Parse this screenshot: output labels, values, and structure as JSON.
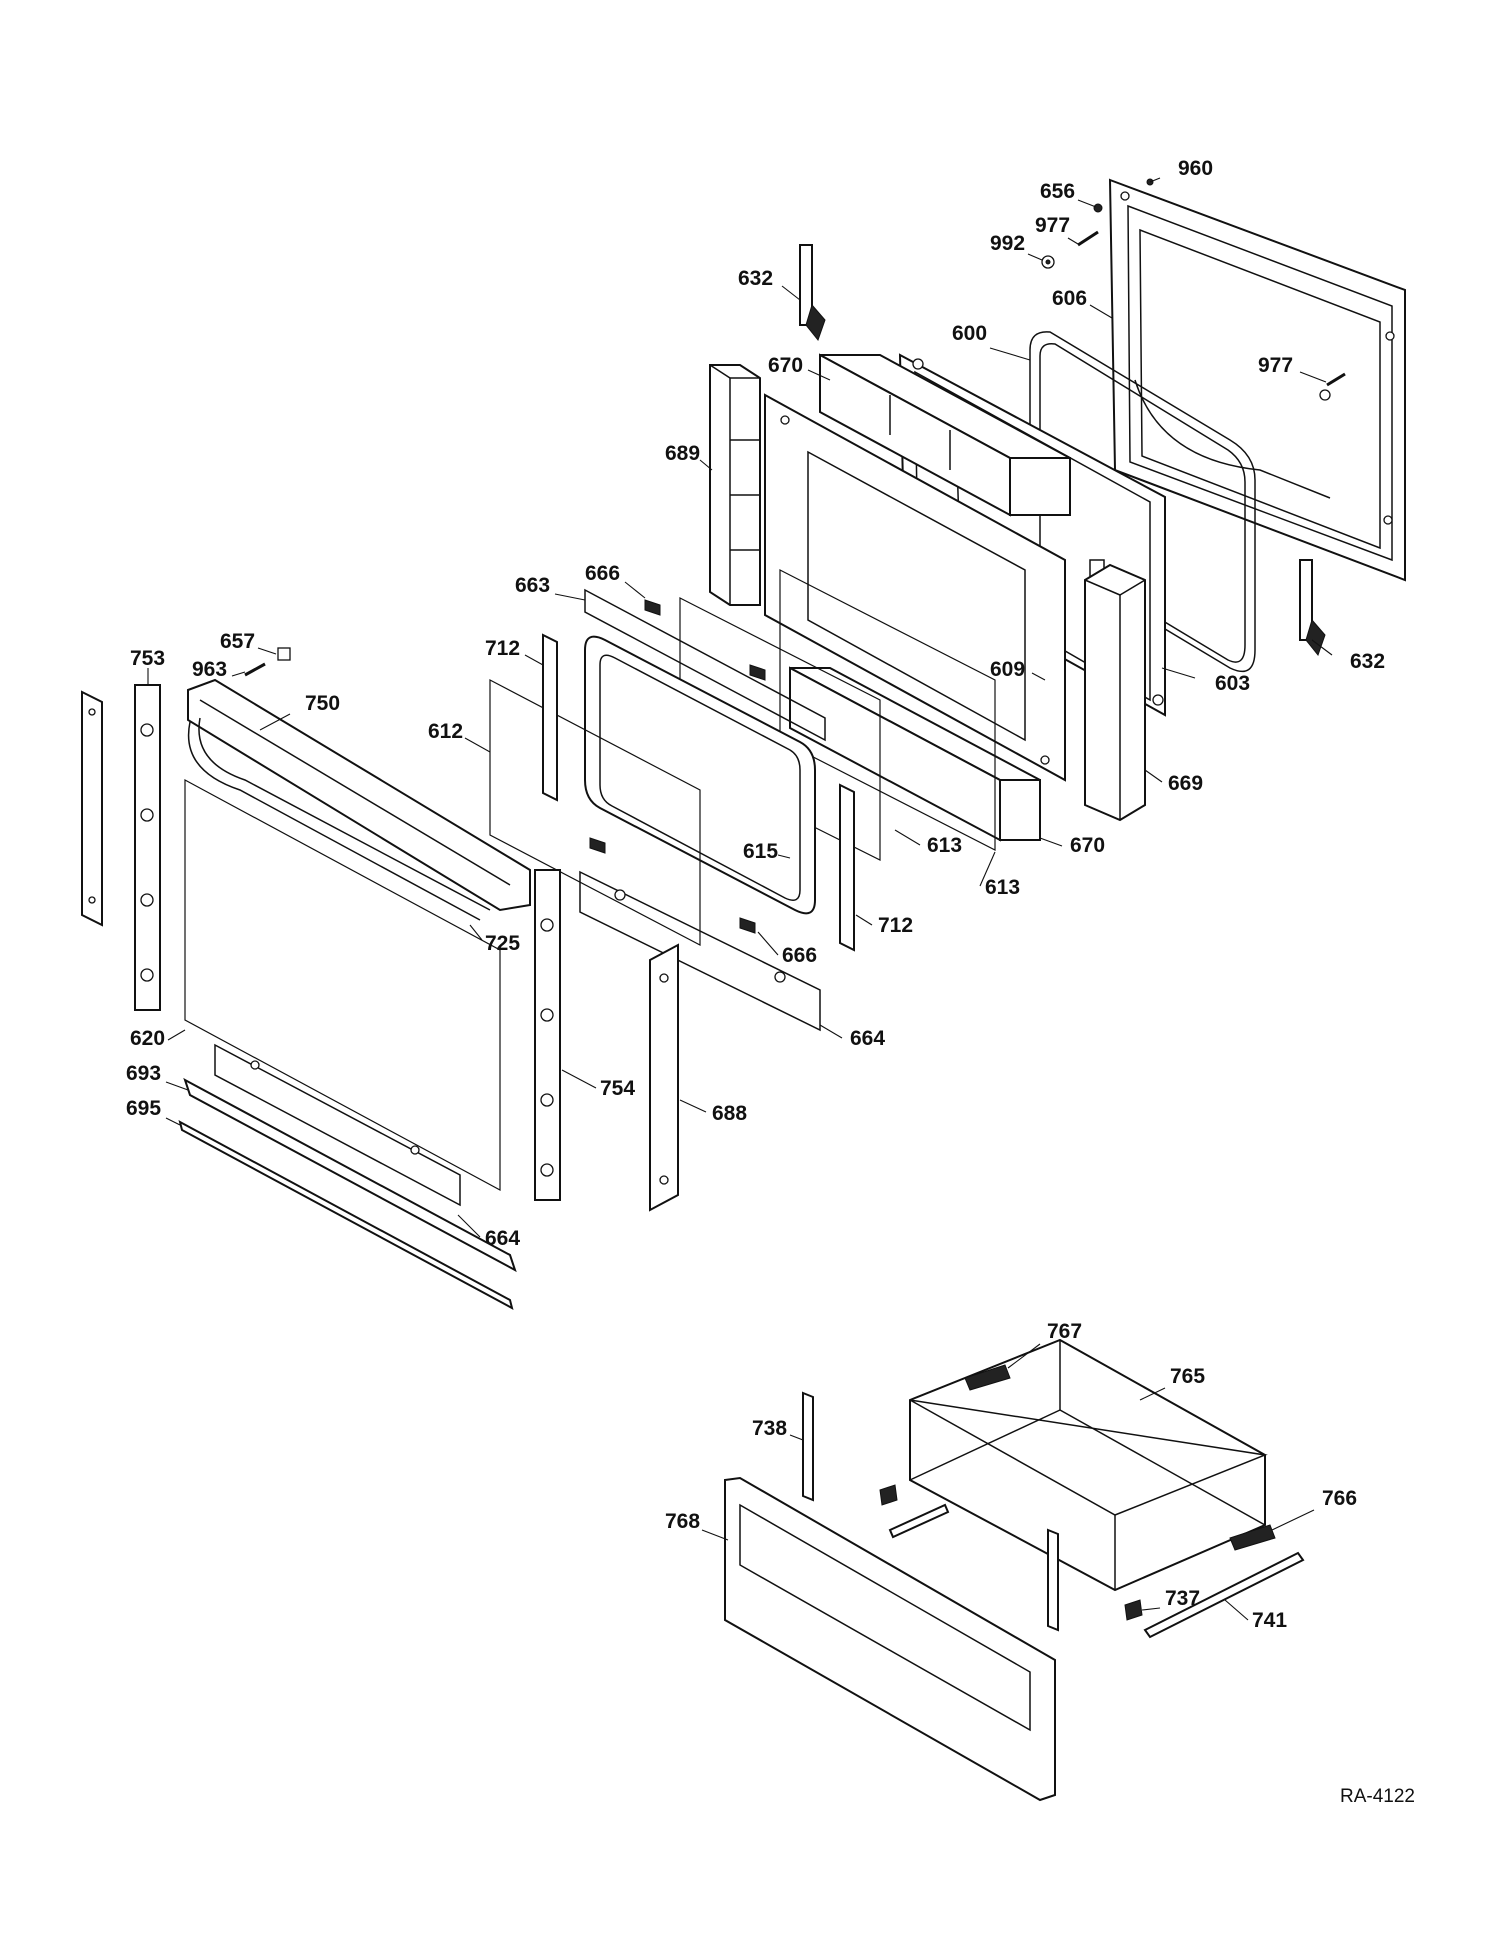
{
  "drawing": {
    "id": "RA-4122",
    "colors": {
      "line": "#111111",
      "background": "#ffffff"
    }
  },
  "callouts": [
    {
      "key": "c960",
      "label": "960"
    },
    {
      "key": "c656",
      "label": "656"
    },
    {
      "key": "c977a",
      "label": "977"
    },
    {
      "key": "c992",
      "label": "992"
    },
    {
      "key": "c632a",
      "label": "632"
    },
    {
      "key": "c606",
      "label": "606"
    },
    {
      "key": "c600",
      "label": "600"
    },
    {
      "key": "c977b",
      "label": "977"
    },
    {
      "key": "c670a",
      "label": "670"
    },
    {
      "key": "c689",
      "label": "689"
    },
    {
      "key": "c663",
      "label": "663"
    },
    {
      "key": "c666a",
      "label": "666"
    },
    {
      "key": "c609",
      "label": "609"
    },
    {
      "key": "c603",
      "label": "603"
    },
    {
      "key": "c632b",
      "label": "632"
    },
    {
      "key": "c753",
      "label": "753"
    },
    {
      "key": "c657",
      "label": "657"
    },
    {
      "key": "c963",
      "label": "963"
    },
    {
      "key": "c712a",
      "label": "712"
    },
    {
      "key": "c750",
      "label": "750"
    },
    {
      "key": "c612",
      "label": "612"
    },
    {
      "key": "c669",
      "label": "669"
    },
    {
      "key": "c615",
      "label": "615"
    },
    {
      "key": "c613a",
      "label": "613"
    },
    {
      "key": "c670b",
      "label": "670"
    },
    {
      "key": "c613b",
      "label": "613"
    },
    {
      "key": "c712b",
      "label": "712"
    },
    {
      "key": "c725",
      "label": "725"
    },
    {
      "key": "c666b",
      "label": "666"
    },
    {
      "key": "c620",
      "label": "620"
    },
    {
      "key": "c664a",
      "label": "664"
    },
    {
      "key": "c693",
      "label": "693"
    },
    {
      "key": "c754",
      "label": "754"
    },
    {
      "key": "c695",
      "label": "695"
    },
    {
      "key": "c688",
      "label": "688"
    },
    {
      "key": "c664b",
      "label": "664"
    },
    {
      "key": "c767",
      "label": "767"
    },
    {
      "key": "c765",
      "label": "765"
    },
    {
      "key": "c738",
      "label": "738"
    },
    {
      "key": "c766",
      "label": "766"
    },
    {
      "key": "c768",
      "label": "768"
    },
    {
      "key": "c737",
      "label": "737"
    },
    {
      "key": "c741",
      "label": "741"
    }
  ]
}
